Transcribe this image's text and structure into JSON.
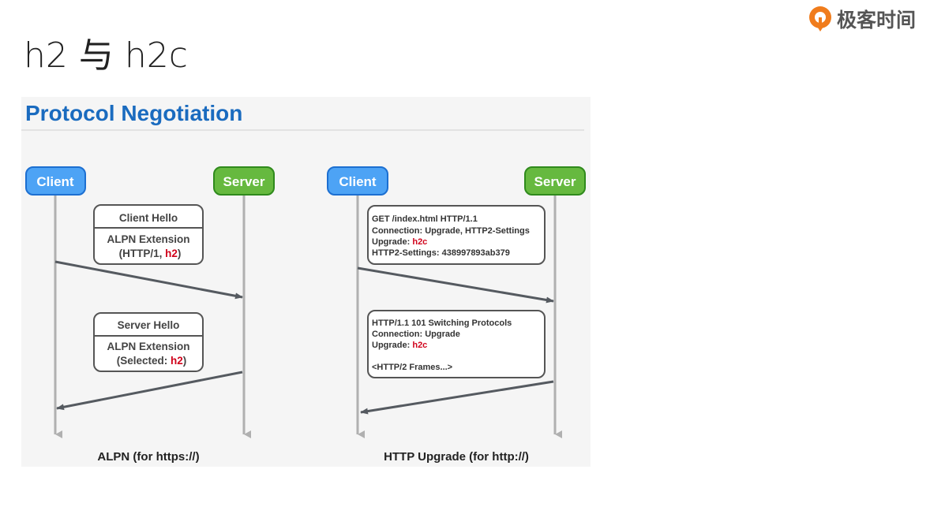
{
  "slide": {
    "title": "h2 与 h2c"
  },
  "logo": {
    "text": "极客时间",
    "color": "#f07c1c"
  },
  "diagram": {
    "title": "Protocol Negotiation",
    "colors": {
      "title": "#1a6bbf",
      "client": "#4da3f5",
      "server": "#66b93f",
      "highlight": "#d0021b",
      "arrow": "#555a60"
    },
    "alpn": {
      "client_label": "Client",
      "server_label": "Server",
      "client_hello": {
        "header": "Client Hello",
        "line1": "ALPN Extension",
        "line2_prefix": "(HTTP/1, ",
        "line2_highlight": "h2",
        "line2_suffix": ")"
      },
      "server_hello": {
        "header": "Server Hello",
        "line1": "ALPN Extension",
        "line2_prefix": "(Selected: ",
        "line2_highlight": "h2",
        "line2_suffix": ")"
      },
      "caption": "ALPN (for https://)"
    },
    "upgrade": {
      "client_label": "Client",
      "server_label": "Server",
      "request": {
        "line1": "GET /index.html HTTP/1.1",
        "line2": "Connection: Upgrade, HTTP2-Settings",
        "line3_prefix": "Upgrade: ",
        "line3_highlight": "h2c",
        "line4": "HTTP2-Settings: 438997893ab379"
      },
      "response": {
        "line1": "HTTP/1.1 101 Switching Protocols",
        "line2": "Connection: Upgrade",
        "line3_prefix": "Upgrade: ",
        "line3_highlight": "h2c",
        "line4": "<HTTP/2 Frames...>"
      },
      "caption": "HTTP Upgrade (for http://)"
    }
  }
}
